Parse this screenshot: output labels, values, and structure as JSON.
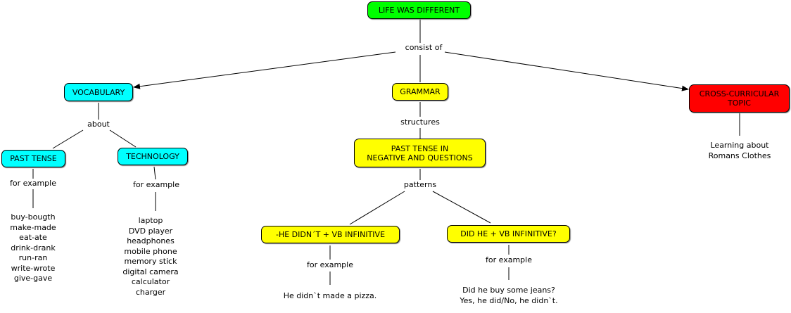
{
  "colors": {
    "root": "#00ff00",
    "vocab": "#00ffff",
    "grammar": "#ffff00",
    "cross": "#ff0000"
  },
  "nodes": {
    "root": "LIFE WAS DIFFERENT",
    "vocabulary": "VOCABULARY",
    "grammar": "GRAMMAR",
    "cross_line1": "CROSS-CURRICULAR",
    "cross_line2": "TOPIC",
    "past_tense": "PAST TENSE",
    "technology": "TECHNOLOGY",
    "past_neg_line1": "PAST TENSE IN",
    "past_neg_line2": "NEGATIVE AND QUESTIONS",
    "neg_pattern": "-HE DIDN´T + VB INFINITIVE",
    "q_pattern": "DID HE + VB INFINITIVE?"
  },
  "links": {
    "consist_of": "consist of",
    "about": "about",
    "structures": "structures",
    "patterns": "patterns",
    "for_example": "for example"
  },
  "leaves": {
    "cross": [
      "Learning about",
      "Romans Clothes"
    ],
    "past_tense": [
      "buy-bougth",
      "make-made",
      "eat-ate",
      "drink-drank",
      "run-ran",
      "write-wrote",
      "give-gave"
    ],
    "technology": [
      "laptop",
      "DVD player",
      "headphones",
      "mobile phone",
      "memory stick",
      "digital camera",
      "calculator",
      "charger"
    ],
    "neg_example": [
      "He didn`t made a pizza."
    ],
    "q_example": [
      "Did he buy some jeans?",
      "Yes, he did/No, he didn`t."
    ]
  }
}
